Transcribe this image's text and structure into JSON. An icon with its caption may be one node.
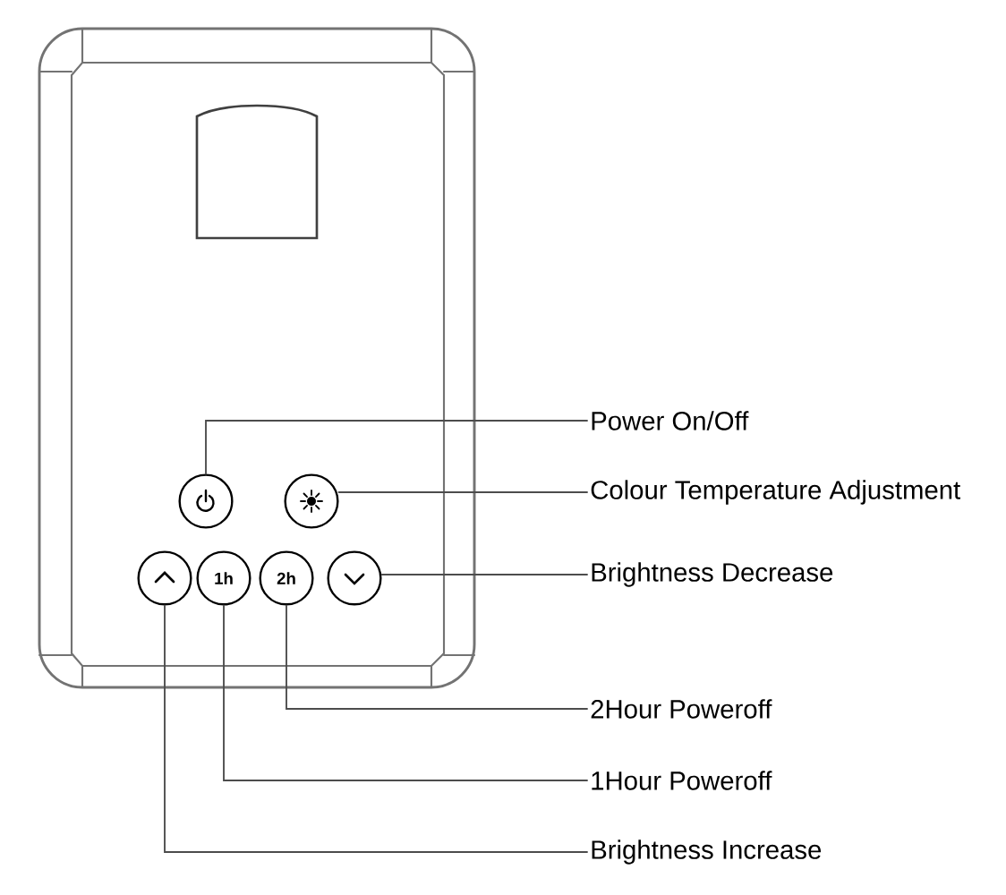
{
  "diagram": {
    "nodes": [
      {
        "text": [],
        "shape": "circle"
      },
      {
        "text": [],
        "shape": "circle"
      },
      {
        "text": [],
        "shape": "circle"
      },
      {
        "text": [
          "1h"
        ]
      },
      {
        "text": [
          "2h"
        ]
      },
      {
        "text": [],
        "shape": "circle"
      },
      {
        "text": [
          "Power On/Off"
        ]
      },
      {
        "text": [
          "Colour Temperature Adjustment"
        ]
      },
      {
        "text": [
          "Brightness Decrease"
        ]
      },
      {
        "text": [
          "2Hour Poweroff"
        ]
      },
      {
        "text": [
          "1Hour Poweroff"
        ]
      },
      {
        "text": [
          "Brightness Increase"
        ]
      }
    ],
    "edges": [
      {
        "from": 6,
        "to": 0,
        "arrow": "none"
      },
      {
        "from": 7,
        "to": 1,
        "arrow": "none"
      },
      {
        "from": 8,
        "to": 5,
        "arrow": "none"
      },
      {
        "from": 9,
        "to": 4,
        "arrow": "none"
      },
      {
        "from": 10,
        "to": 3,
        "arrow": "none"
      },
      {
        "from": 11,
        "to": 2,
        "arrow": "none"
      }
    ]
  }
}
